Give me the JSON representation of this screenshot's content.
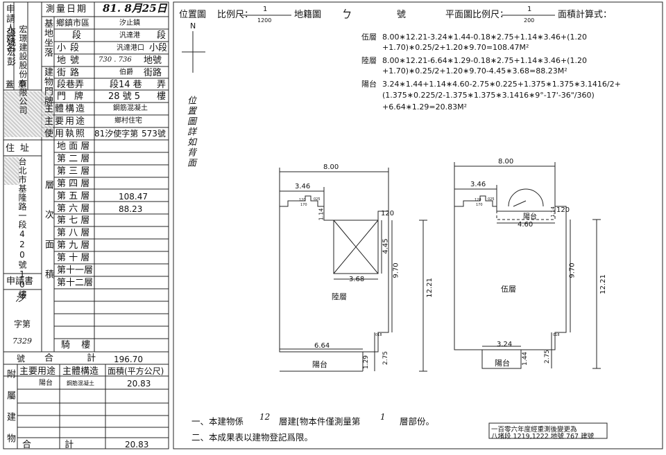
{
  "form": {
    "applicant_label": "申請人姓名",
    "applicant_name": "張姚宏彭",
    "company_name": "宏璟建設股份有限公司",
    "stamp_label": "蓋章",
    "address_label": "住址",
    "address_value": "台北市基隆路一段420號10樓",
    "application_label": "申請書",
    "application_value_1": "汐",
    "application_value_2": "字第",
    "application_value_3": "7329",
    "application_value_4": "號",
    "survey_date_label": "測量日期",
    "survey_date_value": "81. 8月25日",
    "site_label": "基地坐落",
    "township_label": "鄉鎮市區",
    "township_value": "汐止鎮",
    "section_label": "段",
    "section_value": "汎達港",
    "subsection_label": "小段",
    "subsection_value": "汎達港口",
    "lot_label": "地號",
    "lot_value": "730 . 736",
    "bldg_label": "建物門牌",
    "street_label": "街路",
    "street_value": "伯爵",
    "lane_label": "段巷弄",
    "lane_value": "段14 巷",
    "lane_suffix": "弄",
    "number_label": "門牌",
    "number_value": "28 號 5",
    "number_suffix": "樓",
    "main_label": "主體構造",
    "main_value": "鋼筋混凝土",
    "use_label": "主要用途",
    "use_value": "鄉村住宅",
    "license_label": "使用執照",
    "license_value": "81汐使字第",
    "license_number": "573號",
    "floor_area_label": "層次面積",
    "floors": [
      {
        "name": "地 面 層",
        "area": ""
      },
      {
        "name": "第 二 層",
        "area": ""
      },
      {
        "name": "第 三 層",
        "area": ""
      },
      {
        "name": "第 四 層",
        "area": ""
      },
      {
        "name": "第 五 層",
        "area": "108.47"
      },
      {
        "name": "第 六 層",
        "area": "88.23"
      },
      {
        "name": "第 七 層",
        "area": ""
      },
      {
        "name": "第 八 層",
        "area": ""
      },
      {
        "name": "第 九 層",
        "area": ""
      },
      {
        "name": "第 十 層",
        "area": ""
      },
      {
        "name": "第十一層",
        "area": ""
      },
      {
        "name": "第十二層",
        "area": ""
      }
    ],
    "arcade_label": "騎 樓",
    "total_label": "合 計",
    "total_value": "196.70",
    "attached_label": "附屬建物",
    "attached_headers": [
      "主要用途",
      "主體構造",
      "面積(平方公尺)"
    ],
    "attached_rows": [
      {
        "use": "陽台",
        "structure": "鋼筋混凝土",
        "area": "20.83"
      }
    ],
    "attached_total_label": "合 計",
    "attached_total_value": "20.83"
  },
  "header": {
    "location_label": "位置圖",
    "scale_label": "比例尺：",
    "scale_num": "1",
    "scale_den": "1200",
    "cadastral_label": "地籍圖",
    "cadastral_mark": "ㄅ",
    "number_label": "號",
    "plan_scale_label": "平面圖比例尺：",
    "plan_scale_num": "1",
    "plan_scale_den": "200",
    "area_calc_label": "面積計算式：",
    "north": "N",
    "location_note": "位置圖詳如背面"
  },
  "formulas": [
    {
      "label": "伍層",
      "lines": [
        "8.00∗12.21-3.24∗1.44-0.18∗2.75+1.14∗3.46+(1.20",
        "+1.70)∗0.25/2+1.20∗9.70=108.47M²"
      ]
    },
    {
      "label": "陸層",
      "lines": [
        "8.00∗12.21-6.64∗1.29-0.18∗2.75+1.14∗3.46+(1.20",
        "+1.70)∗0.25/2+1.20∗9.70-4.45∗3.68=88.23M²"
      ]
    },
    {
      "label": "陽台",
      "lines": [
        "3.24∗1.44+1.14∗4.60-2.75∗0.225+1.375∗1.375∗3.1416/2+",
        "(1.375∗0.225/2-1.375∗1.375∗3.1416∗9°-17'-36\"/360)",
        "+6.64∗1.29=20.83M²"
      ]
    }
  ],
  "plan_left": {
    "name": "陸層",
    "dim_top": "8.00",
    "dim_346": "3.46",
    "dim_120a": "120",
    "dim_170": "170",
    "dim_025": "025",
    "dim_114": "1.14",
    "dim_120": "120",
    "dim_445": "4.45",
    "dim_368": "3.68",
    "dim_970": "9.70",
    "dim_1221": "12.21",
    "dim_018": "018",
    "dim_664": "6.64",
    "dim_129": "1.29",
    "dim_275": "2.75",
    "balcony": "陽台"
  },
  "plan_right": {
    "name": "伍層",
    "dim_top": "8.00",
    "dim_346": "3.46",
    "dim_120a": "120",
    "dim_170": "170",
    "dim_025": "025",
    "dim_114": "1.14",
    "dim_120": "120",
    "dim_460": "4.60",
    "dim_970": "9.70",
    "dim_1221": "12.21",
    "dim_018": "018",
    "dim_324": "3.24",
    "dim_144": "1.44",
    "dim_275": "2.75",
    "balcony_top": "陽台",
    "balcony": "陽台"
  },
  "notes": {
    "note1_a": "一、本建物係",
    "note1_floors": "12",
    "note1_b": "層建[物本件僅測量第",
    "note1_floor": "1",
    "note1_c": "層部份。",
    "note2": "二、本成果表以建物登記爲限。",
    "stamp_line1": "一百零六年度經重測後變更為",
    "stamp_line2": "八堵段 1219,1222 地號 767 建號"
  }
}
